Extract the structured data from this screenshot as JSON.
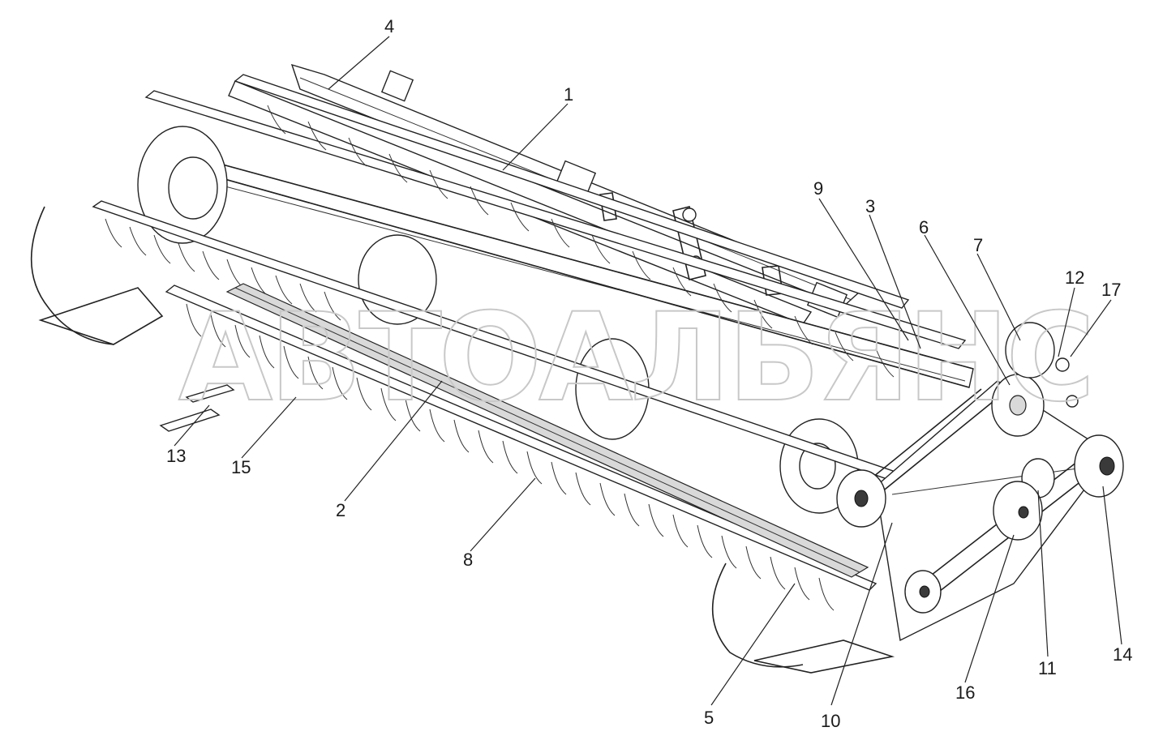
{
  "diagram": {
    "watermark": "АВТОАЛЬЯНС",
    "callouts": [
      {
        "id": "1",
        "label": "1"
      },
      {
        "id": "2",
        "label": "2"
      },
      {
        "id": "3",
        "label": "3"
      },
      {
        "id": "4",
        "label": "4"
      },
      {
        "id": "5",
        "label": "5"
      },
      {
        "id": "6",
        "label": "6"
      },
      {
        "id": "7",
        "label": "7"
      },
      {
        "id": "8",
        "label": "8"
      },
      {
        "id": "9",
        "label": "9"
      },
      {
        "id": "10",
        "label": "10"
      },
      {
        "id": "11",
        "label": "11"
      },
      {
        "id": "12",
        "label": "12"
      },
      {
        "id": "13",
        "label": "13"
      },
      {
        "id": "14",
        "label": "14"
      },
      {
        "id": "15",
        "label": "15"
      },
      {
        "id": "16",
        "label": "16"
      },
      {
        "id": "17",
        "label": "17"
      }
    ]
  }
}
